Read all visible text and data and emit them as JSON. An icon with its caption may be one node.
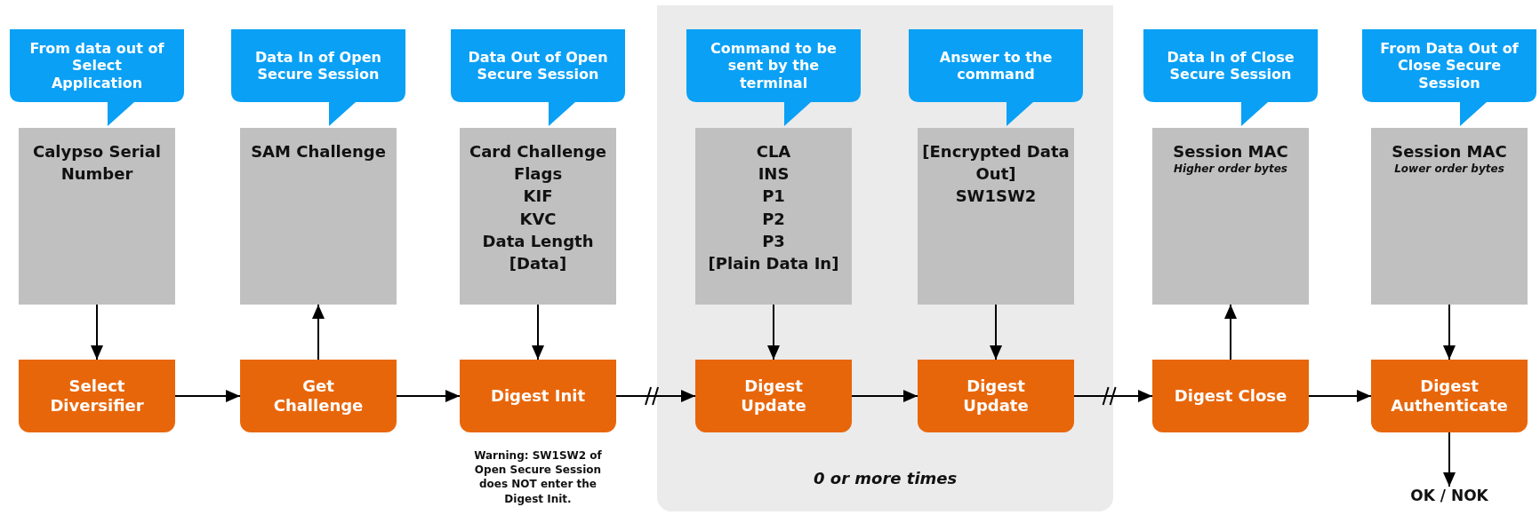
{
  "diagram": {
    "nodes": [
      {
        "text": [
          "0 or more times"
        ]
      },
      {
        "text": [
          "From data out of Select Application"
        ]
      },
      {
        "text": [
          "Data In of Open Secure Session"
        ]
      },
      {
        "text": [
          "Data Out of Open Secure Session"
        ]
      },
      {
        "text": [
          "Command to be sent by the terminal"
        ],
        "in": 0
      },
      {
        "text": [
          "Answer to the command"
        ],
        "in": 0
      },
      {
        "text": [
          "Data In of Close Secure Session"
        ]
      },
      {
        "text": [
          "From Data Out of Close Secure Session"
        ]
      },
      {
        "text": [
          "Calypso Serial Number"
        ]
      },
      {
        "text": [
          "SAM Challenge"
        ]
      },
      {
        "text": [
          "Card Challenge",
          "Flags",
          "KIF",
          "KVC",
          "Data Length",
          "[Data]"
        ]
      },
      {
        "text": [
          "CLA",
          "INS",
          "P1",
          "P2",
          "P3",
          "[Plain Data In]"
        ],
        "in": 0
      },
      {
        "text": [
          "[Encrypted Data Out]",
          "SW1SW2"
        ],
        "in": 0
      },
      {
        "text": [
          "Session MAC",
          "Higher order bytes"
        ]
      },
      {
        "text": [
          "Session MAC",
          "Lower order bytes"
        ]
      },
      {
        "text": [
          "Select Diversifier"
        ]
      },
      {
        "text": [
          "Get Challenge"
        ]
      },
      {
        "text": [
          "Digest Init"
        ],
        "beside": [
          "Warning: SW1SW2 of Open Secure Session does NOT enter the Digest Init."
        ]
      },
      {
        "text": [
          "Digest Update"
        ],
        "in": 0
      },
      {
        "text": [
          "Digest Update"
        ],
        "in": 0
      },
      {
        "text": [
          "Digest Close"
        ]
      },
      {
        "text": [
          "Digest Authenticate"
        ]
      },
      {
        "text": [
          "OK / NOK"
        ]
      }
    ],
    "edges": [
      {
        "from": 8,
        "to": 15,
        "arrow": "to"
      },
      {
        "from": 16,
        "to": 9,
        "arrow": "to"
      },
      {
        "from": 10,
        "to": 17,
        "arrow": "to"
      },
      {
        "from": 11,
        "to": 18,
        "arrow": "to"
      },
      {
        "from": 12,
        "to": 19,
        "arrow": "to"
      },
      {
        "from": 20,
        "to": 13,
        "arrow": "to"
      },
      {
        "from": 14,
        "to": 21,
        "arrow": "to"
      },
      {
        "from": 15,
        "to": 16,
        "arrow": "to"
      },
      {
        "from": 16,
        "to": 17,
        "arrow": "to"
      },
      {
        "from": 17,
        "to": 18,
        "arrow": "to"
      },
      {
        "from": 18,
        "to": 19,
        "arrow": "to"
      },
      {
        "from": 19,
        "to": 20,
        "arrow": "to"
      },
      {
        "from": 20,
        "to": 21,
        "arrow": "to"
      },
      {
        "from": 21,
        "to": 22,
        "arrow": "to"
      }
    ]
  }
}
